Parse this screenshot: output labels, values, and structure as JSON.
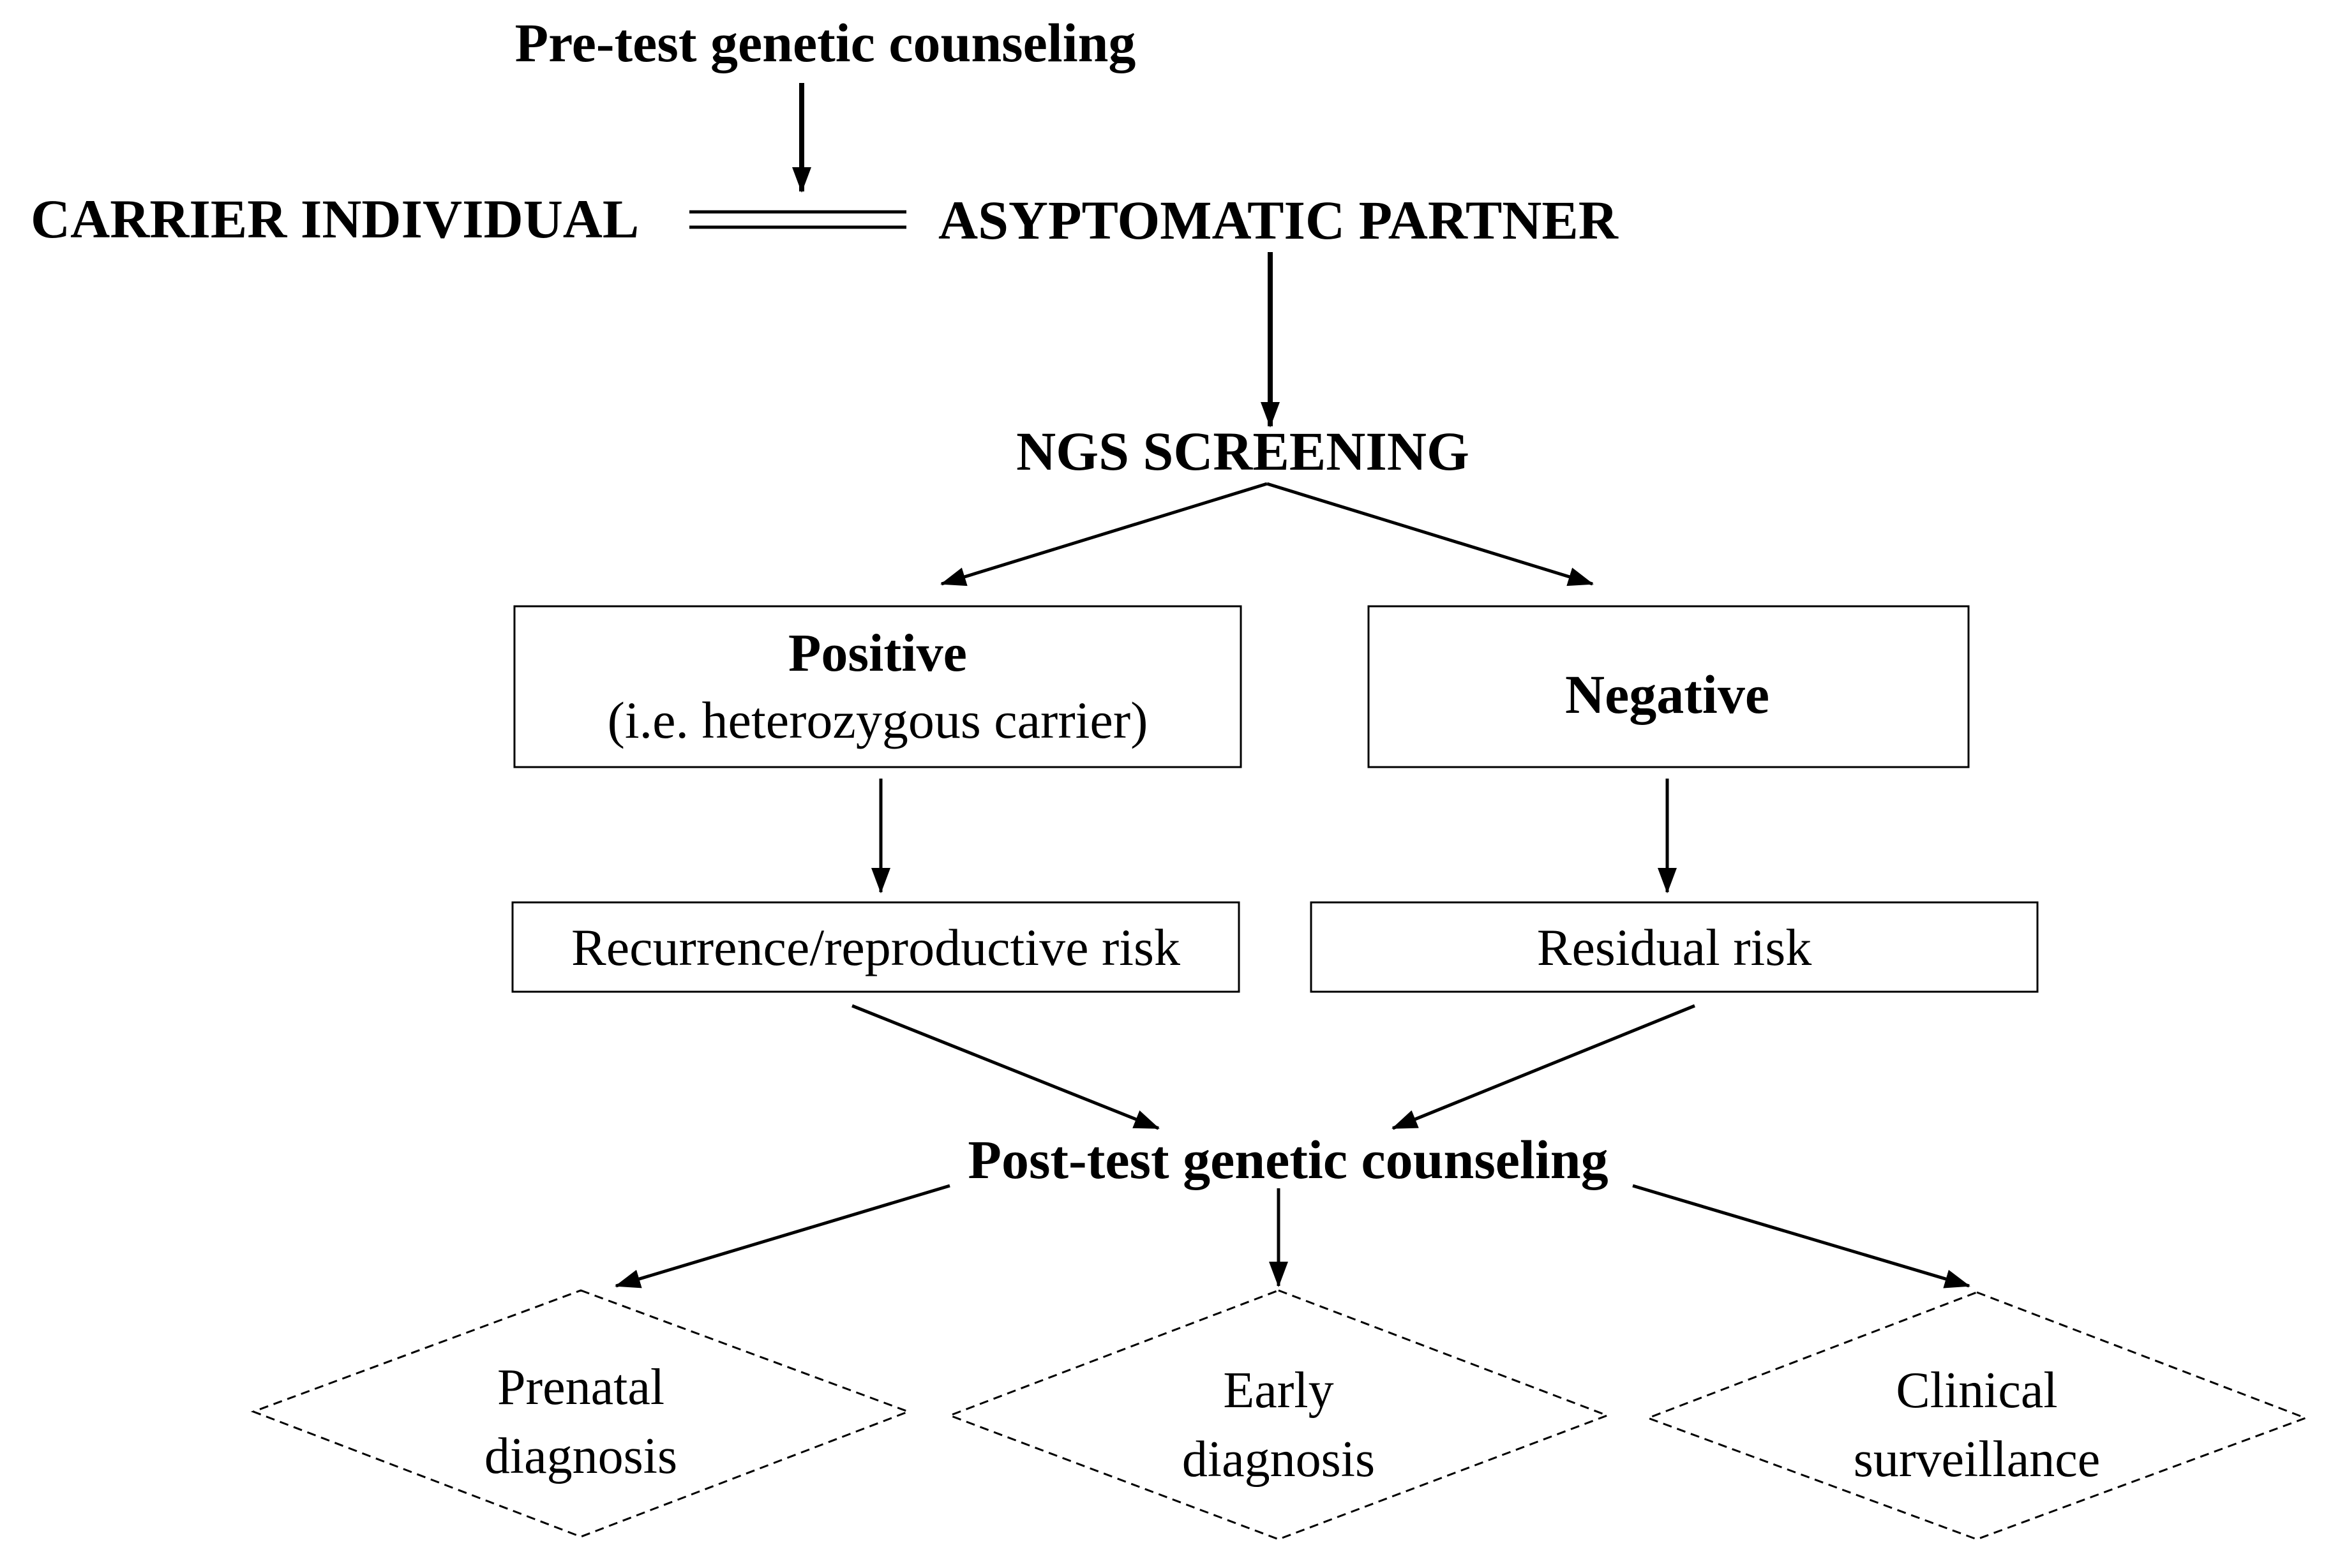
{
  "pretest": "Pre-test genetic counseling",
  "carrier": "CARRIER INDIVIDUAL",
  "partner": "ASYPTOMATIC PARTNER",
  "screening": "NGS SCREENING",
  "positive": {
    "title": "Positive",
    "subtitle": "(i.e. heterozygous carrier)"
  },
  "negative": {
    "title": "Negative"
  },
  "recurrence_risk": "Recurrence/reproductive risk",
  "residual_risk": "Residual risk",
  "posttest": "Post-test genetic counseling",
  "outcomes": [
    {
      "line1": "Prenatal",
      "line2": "diagnosis"
    },
    {
      "line1": "Early",
      "line2": "diagnosis"
    },
    {
      "line1": "Clinical",
      "line2": "surveillance"
    }
  ],
  "colors": {
    "line": "#000000",
    "background": "#ffffff"
  }
}
